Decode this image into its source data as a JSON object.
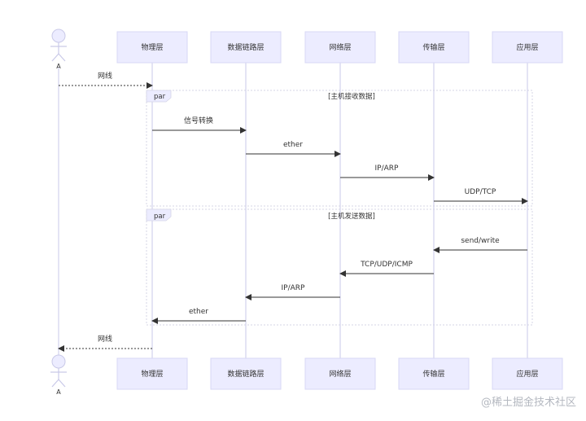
{
  "actor": {
    "label": "A"
  },
  "participants": [
    {
      "id": "phy",
      "label": "物理层"
    },
    {
      "id": "dl",
      "label": "数据链路层"
    },
    {
      "id": "net",
      "label": "网络层"
    },
    {
      "id": "trans",
      "label": "传输层"
    },
    {
      "id": "app",
      "label": "应用层"
    }
  ],
  "messages": [
    {
      "from": "actor",
      "to": "phy",
      "label": "网线",
      "style": "dotted"
    },
    {
      "from": "phy",
      "to": "dl",
      "label": "信号转换",
      "style": "solid"
    },
    {
      "from": "dl",
      "to": "net",
      "label": "ether",
      "style": "solid"
    },
    {
      "from": "net",
      "to": "trans",
      "label": "IP/ARP",
      "style": "solid"
    },
    {
      "from": "trans",
      "to": "app",
      "label": "UDP/TCP",
      "style": "solid"
    },
    {
      "from": "app",
      "to": "trans",
      "label": "send/write",
      "style": "solid"
    },
    {
      "from": "trans",
      "to": "net",
      "label": "TCP/UDP/ICMP",
      "style": "solid"
    },
    {
      "from": "net",
      "to": "dl",
      "label": "IP/ARP",
      "style": "solid"
    },
    {
      "from": "dl",
      "to": "phy",
      "label": "ether",
      "style": "solid"
    },
    {
      "from": "phy",
      "to": "actor",
      "label": "网线",
      "style": "dotted"
    }
  ],
  "frames": [
    {
      "keyword": "par",
      "title": "[主机接收数据]"
    },
    {
      "keyword": "par",
      "title": "[主机发送数据]"
    }
  ],
  "watermark": "@稀土掘金技术社区"
}
